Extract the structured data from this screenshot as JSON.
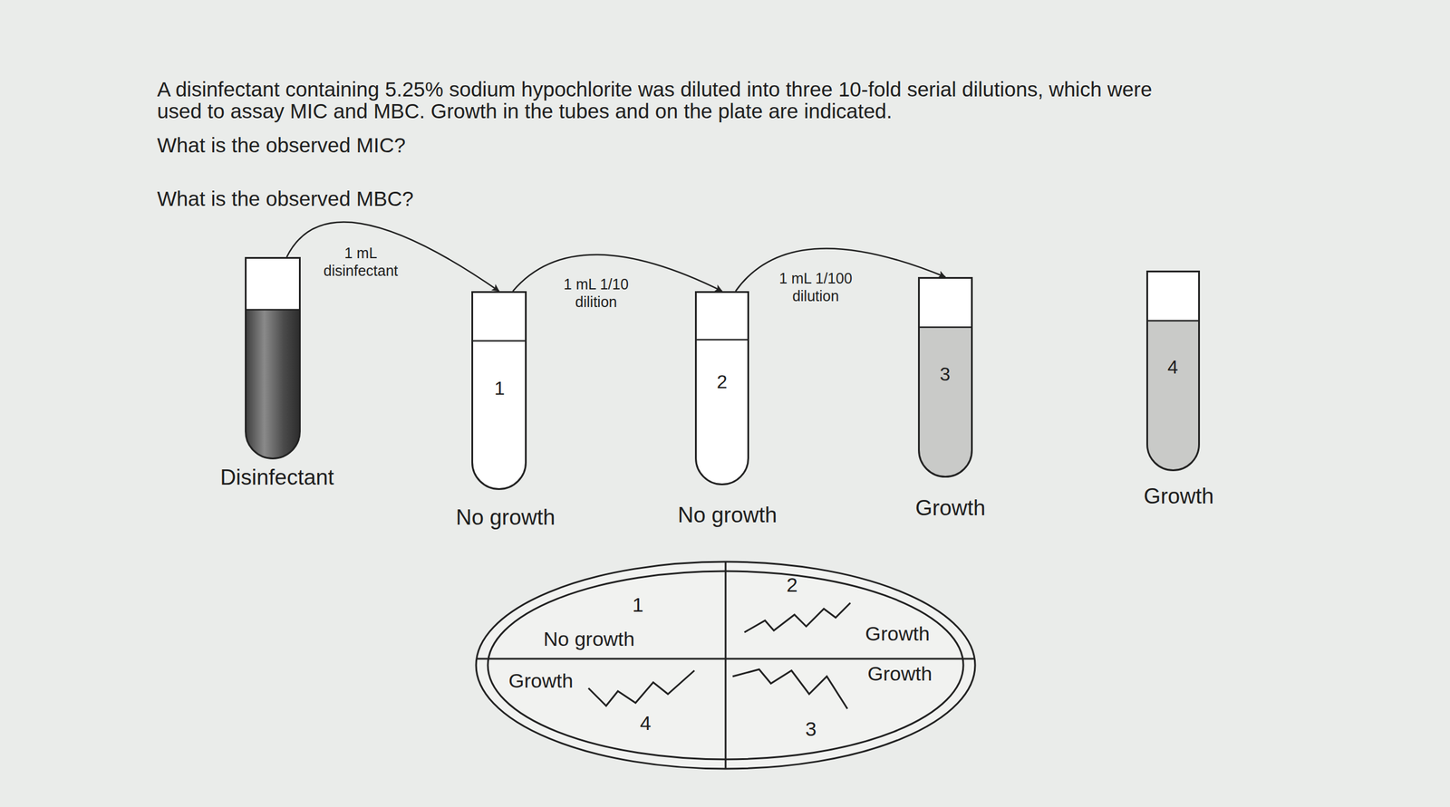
{
  "diagram": {
    "nodes": [
      {
        "text": [
          "Disinfectant"
        ]
      },
      {
        "text": [
          "1",
          "No growth"
        ]
      },
      {
        "text": [
          "2",
          "No growth"
        ]
      },
      {
        "text": [
          "3",
          "Growth"
        ]
      },
      {
        "text": [
          "4",
          "Growth"
        ]
      },
      {
        "text": [
          "1",
          "No growth"
        ]
      },
      {
        "text": [
          "2",
          "Growth"
        ]
      },
      {
        "text": [
          "Growth",
          "4"
        ]
      },
      {
        "text": [
          "Growth",
          "3"
        ]
      }
    ],
    "edges": [
      {
        "from": 0,
        "to": 1,
        "arrow": "to",
        "label": "1 mL disinfectant"
      },
      {
        "from": 1,
        "to": 2,
        "arrow": "to",
        "label": "1 mL 1/10 dilition"
      },
      {
        "from": 2,
        "to": 3,
        "arrow": "to",
        "label": "1 mL 1/100 dilution"
      }
    ],
    "labels": [
      "A disinfectant containing 5.25% sodium hypochlorite was diluted into three 10-fold serial dilutions, which were",
      "used to assay MIC and MBC. Growth in the tubes and on the plate are indicated.",
      "What is the observed MIC?",
      "What is the observed MBC?"
    ]
  }
}
